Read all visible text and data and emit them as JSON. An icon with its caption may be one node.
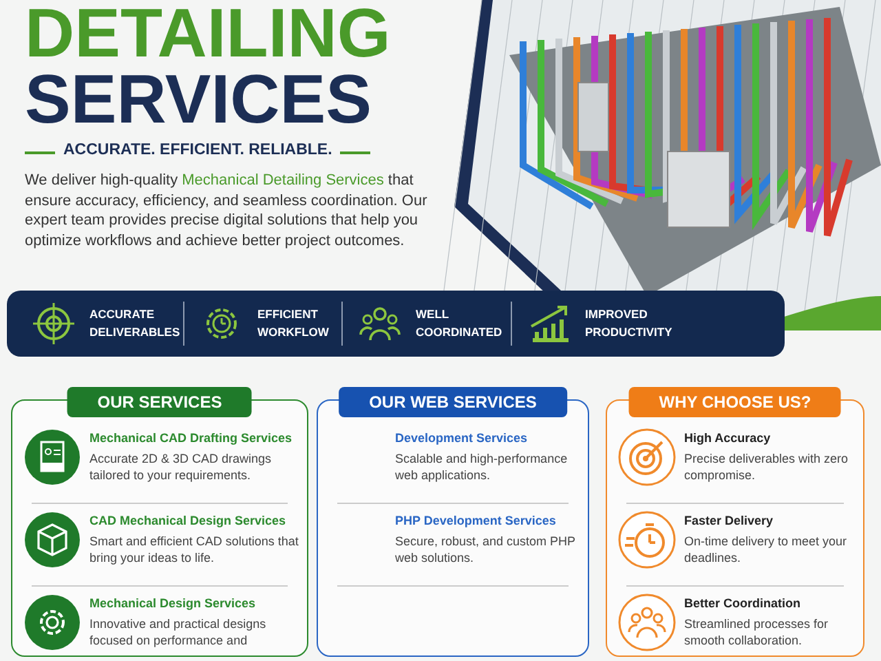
{
  "diagram": {
    "title": "DETAILING SERVICES",
    "nodes": [
      {
        "text": [],
        "shape": "bar"
      },
      {
        "text": [
          "ACCURATE DELIVERABLES"
        ],
        "in": 0
      },
      {
        "text": [
          "EFFICIENT WORKFLOW"
        ],
        "in": 0
      },
      {
        "text": [
          "WELL COORDINATED"
        ],
        "in": 0
      },
      {
        "text": [
          "IMPROVED PRODUCTIVITY"
        ],
        "in": 0
      },
      {
        "text": [
          "OUR SERVICES"
        ]
      },
      {
        "text": [
          "Mechanical CAD Drafting Services",
          "Accurate 2D & 3D CAD drawings tailored to your requirements."
        ],
        "in": 5
      },
      {
        "text": [
          "CAD Mechanical Design Services",
          "Smart and efficient CAD solutions that bring your ideas to life."
        ],
        "in": 5
      },
      {
        "text": [
          "Mechanical Design Services",
          "Innovative and practical designs focused on performance and"
        ],
        "in": 5
      },
      {
        "text": [
          "OUR WEB SERVICES"
        ]
      },
      {
        "text": [
          "Development Services",
          "Scalable and high-performance web applications."
        ],
        "in": 9
      },
      {
        "text": [
          "PHP Development Services",
          "Secure, robust, and custom PHP web solutions."
        ],
        "in": 9
      },
      {
        "text": [
          "WHY CHOOSE US?"
        ]
      },
      {
        "text": [
          "High Accuracy",
          "Precise deliverables with zero compromise."
        ],
        "in": 12
      },
      {
        "text": [
          "Faster Delivery",
          "On-time delivery to meet your deadlines."
        ],
        "in": 12
      },
      {
        "text": [
          "Better Coordination",
          "Streamlined processes for smooth collaboration."
        ],
        "in": 12
      }
    ],
    "edges": [],
    "labels": [
      "ACCURATE. EFFICIENT. RELIABLE.",
      "We deliver high-quality **Mechanical Detailing Services** that ensure accuracy, efficiency, and seamless coordination. Our expert team provides precise digital solutions that help you optimize workflows and achieve better project outcomes."
    ]
  }
}
